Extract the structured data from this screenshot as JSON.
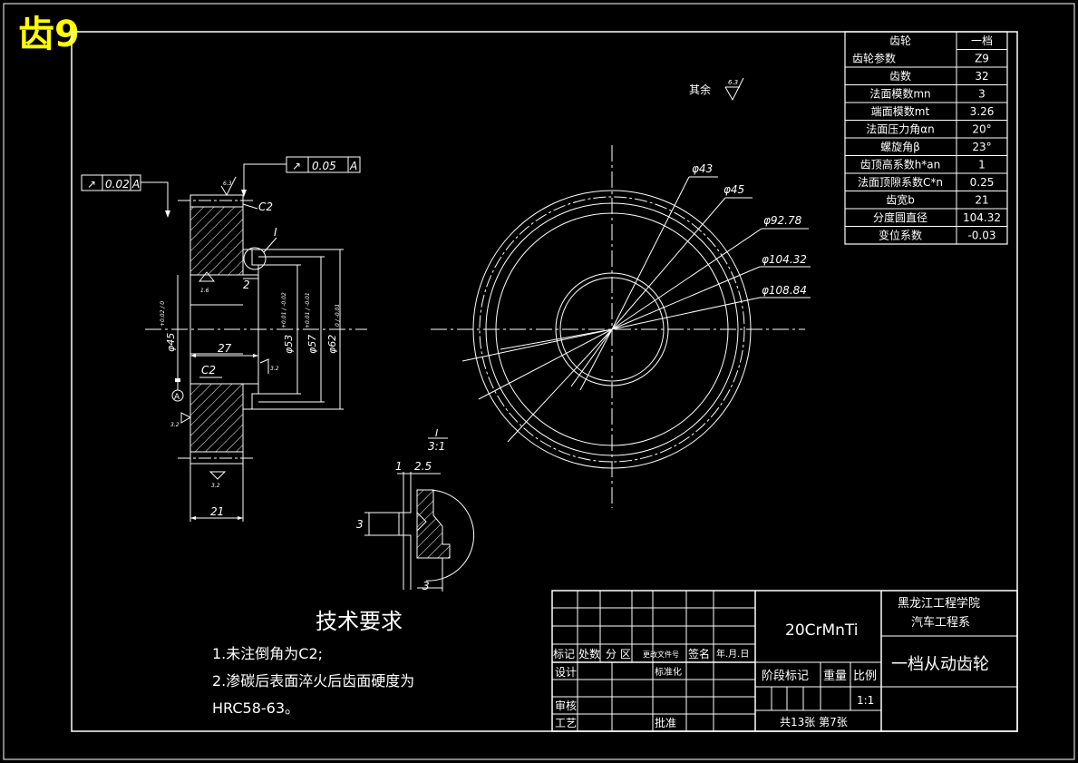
{
  "sheet_tag": "齿9",
  "roughness_note": {
    "label": "其余",
    "value": "6.3"
  },
  "gear_table": {
    "rows": [
      {
        "name": "齿轮",
        "value": "一档"
      },
      {
        "name": "齿轮参数",
        "value": "Z9"
      },
      {
        "name": "齿数",
        "value": "32"
      },
      {
        "name": "法面模数mn",
        "value": "3"
      },
      {
        "name": "端面模数mt",
        "value": "3.26"
      },
      {
        "name": "法面压力角αn",
        "value": "20°"
      },
      {
        "name": "螺旋角β",
        "value": "23°"
      },
      {
        "name": "齿顶高系数h*an",
        "value": "1"
      },
      {
        "name": "法面顶隙系数C*n",
        "value": "0.25"
      },
      {
        "name": "齿宽b",
        "value": "21"
      },
      {
        "name": "分度圆直径",
        "value": "104.32"
      },
      {
        "name": "变位系数",
        "value": "-0.03"
      }
    ]
  },
  "section_view": {
    "tol_left": {
      "symbol": "↗",
      "value": "0.02",
      "datum": "A"
    },
    "tol_top": {
      "symbol": "↗",
      "value": "0.05",
      "datum": "A"
    },
    "chamfer_top": "C2",
    "chamfer_mid": "C2",
    "roughness_top": "6.3",
    "roughness_mid": "1.6",
    "roughness_right": "3.2",
    "roughness_left": "3.2",
    "roughness_bottom": "3.2",
    "detail_label": "I",
    "datum": "A",
    "dim_2": "2",
    "dim_27": "27",
    "dim_21": "21",
    "dia_45": "φ45",
    "dia_45_tol": "+0.02 / 0",
    "dia_53": "φ53",
    "dia_53_tol": "+0.01 / -0.02",
    "dia_57": "φ57",
    "dia_57_tol": "+0.01 / -0.01",
    "dia_62": "φ62",
    "dia_62_tol": "0 / -0.01"
  },
  "detail_view": {
    "label": "I",
    "scale": "3:1",
    "dim_1": "1",
    "dim_2_5": "2.5",
    "dim_3_left": "3",
    "dim_3_bottom": "3"
  },
  "front_view": {
    "dims": [
      "φ43",
      "φ45",
      "φ92.78",
      "φ104.32",
      "φ108.84"
    ]
  },
  "tech_req": {
    "title": "技术要求",
    "line1": "1.未注倒角为C2;",
    "line2": "2.渗碳后表面淬火后齿面硬度为",
    "line3": "HRC58-63。"
  },
  "title_block": {
    "material": "20CrMnTi",
    "school": "黑龙江工程学院",
    "dept": "汽车工程系",
    "part_name": "一档从动齿轮",
    "h_mark": "标记",
    "h_count": "处数",
    "h_zone": "分  区",
    "h_doc": "更改文件号",
    "h_sign": "签名",
    "h_date": "年.月.日",
    "design": "设计",
    "standard": "标准化",
    "review": "审核",
    "process": "工艺",
    "approve": "批准",
    "stage": "阶段标记",
    "weight": "重量",
    "ratio_label": "比例",
    "ratio": "1:1",
    "sheets": "共13张 第7张"
  }
}
